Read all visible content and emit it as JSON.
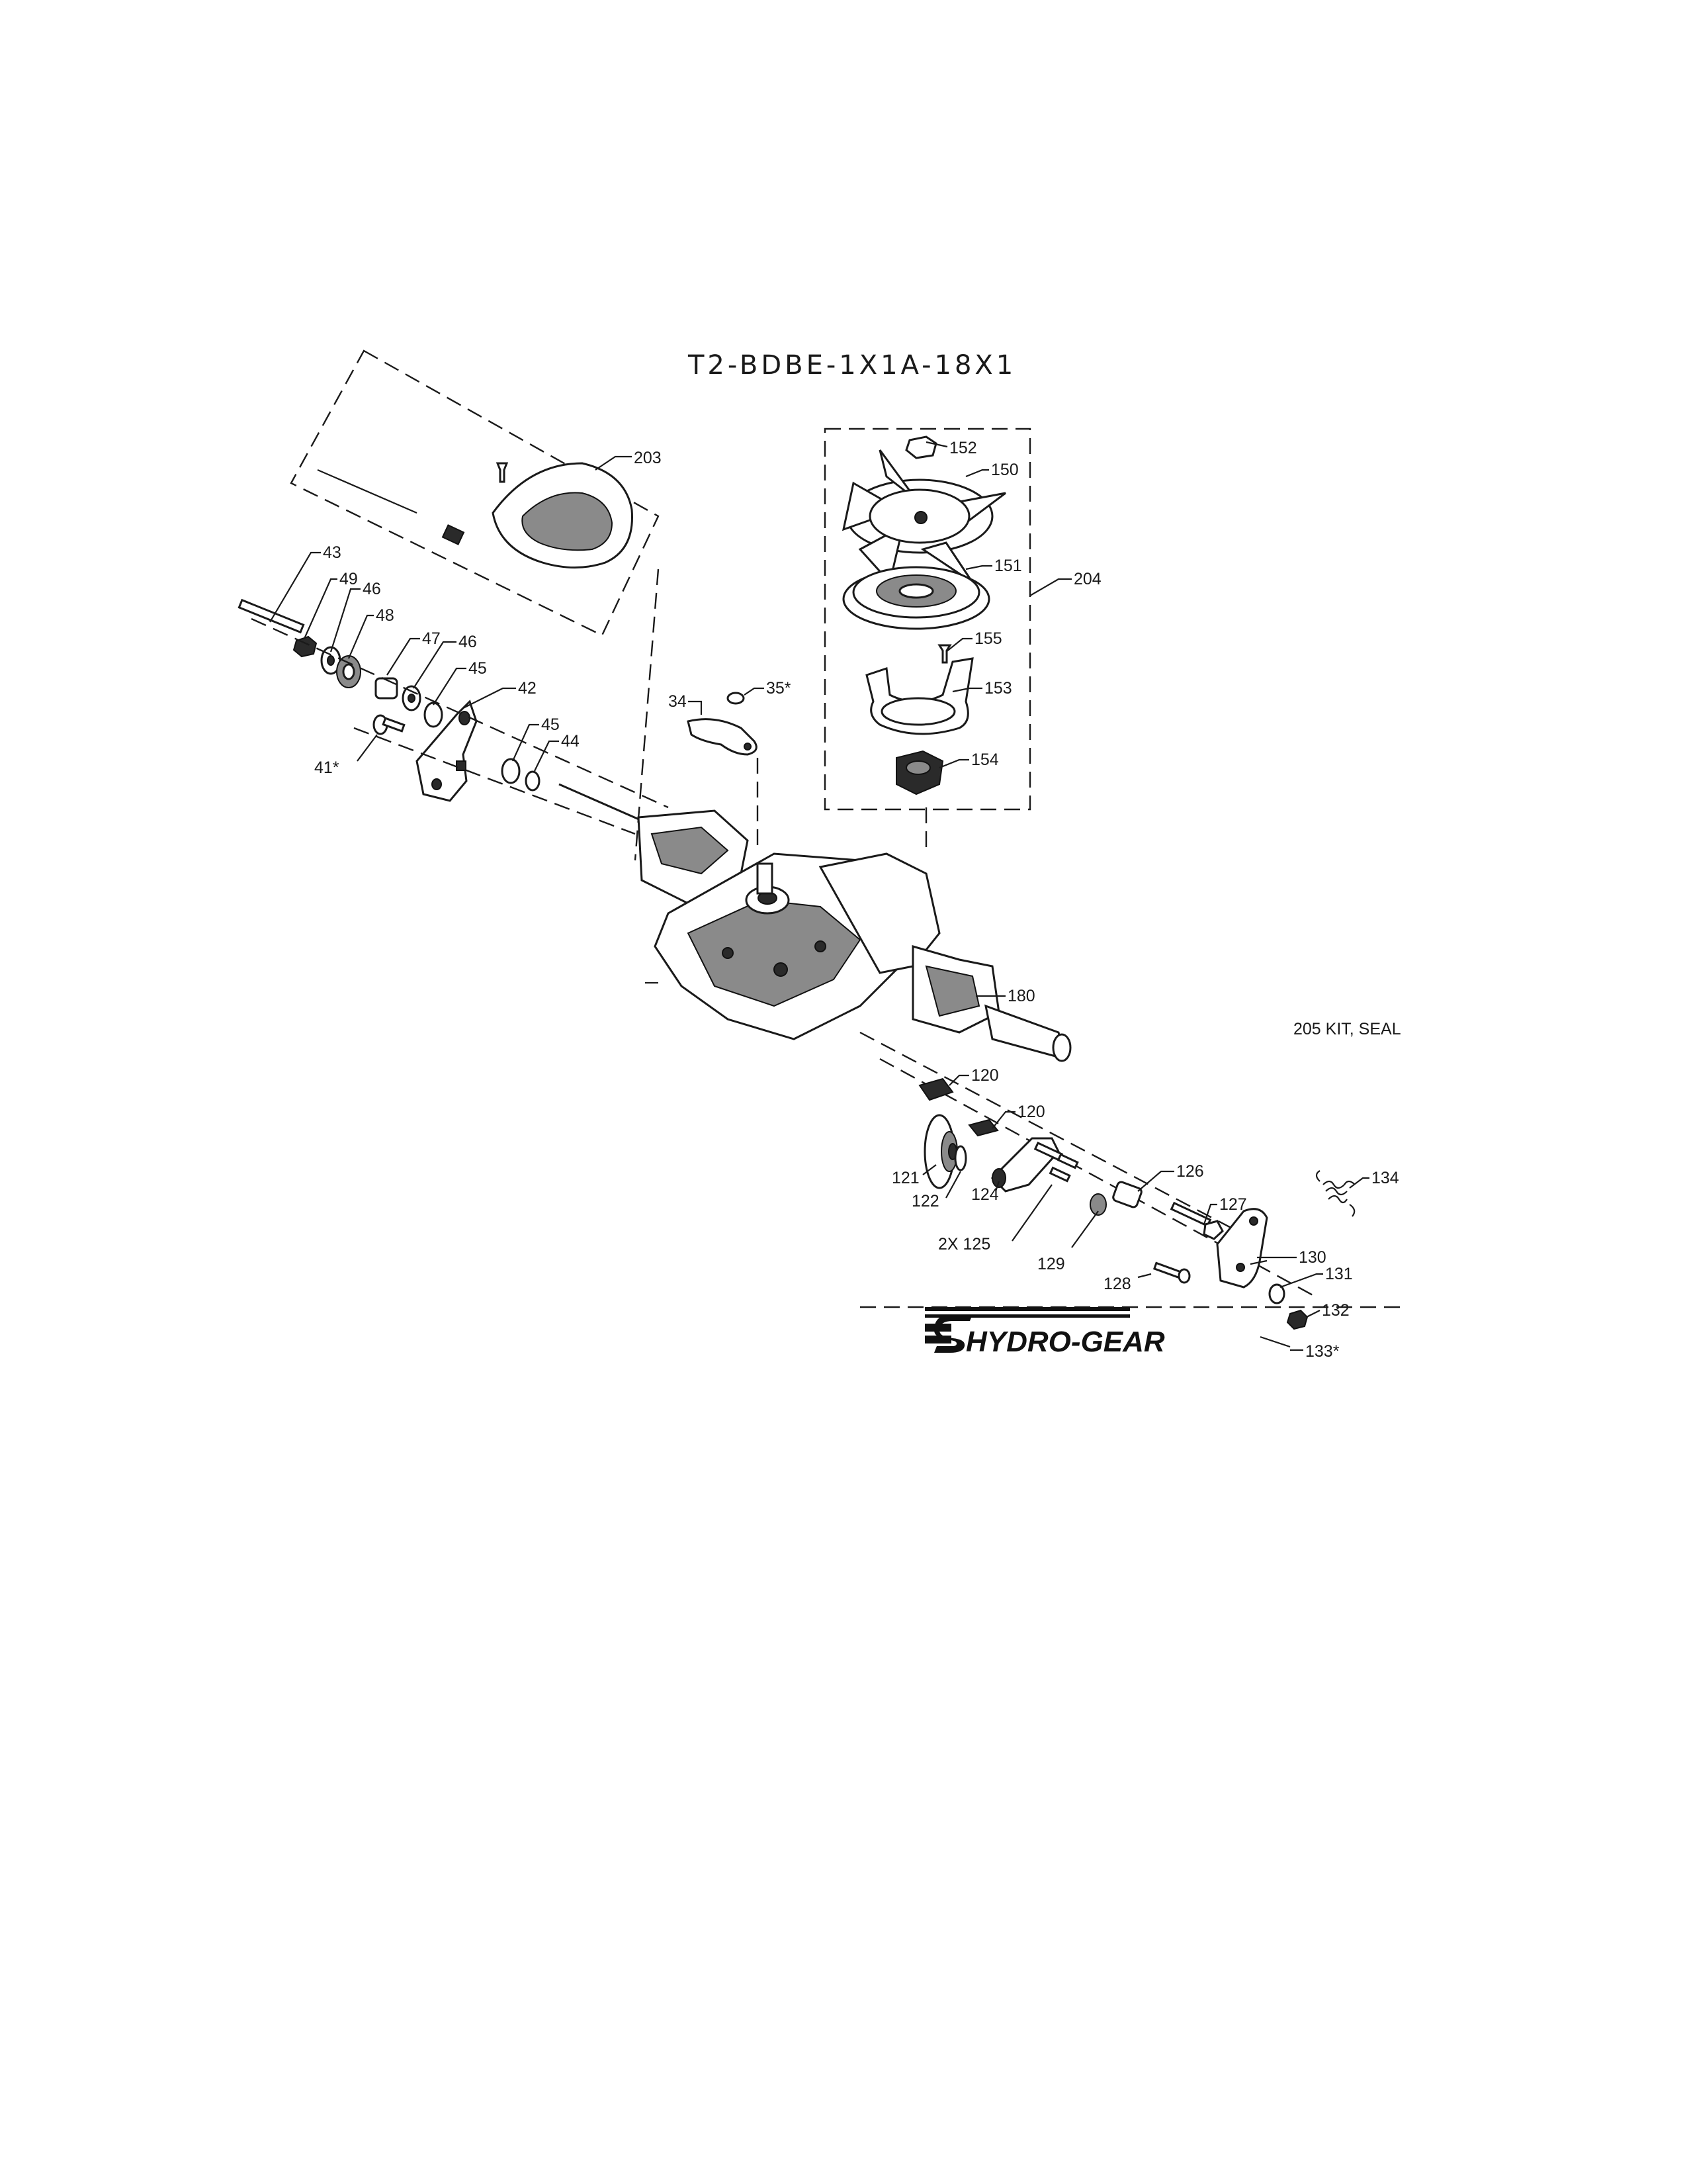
{
  "title": "T2-BDBE-1X1A-18X1",
  "note": "205  KIT, SEAL",
  "brand": "HYDRO-GEAR",
  "callouts": {
    "c203": "203",
    "c152": "152",
    "c150": "150",
    "c151": "151",
    "c204": "204",
    "c155": "155",
    "c153": "153",
    "c154": "154",
    "c43": "43",
    "c49": "49",
    "c46a": "46",
    "c48": "48",
    "c47": "47",
    "c46b": "46",
    "c45a": "45",
    "c42": "42",
    "c45b": "45",
    "c44": "44",
    "c41": "41*",
    "c34": "34",
    "c35": "35*",
    "c180": "180",
    "c120a": "120",
    "c120b": "120",
    "c121": "121",
    "c122": "122",
    "c124": "124",
    "c125": "2X  125",
    "c126": "126",
    "c127": "127",
    "c129": "129",
    "c128": "128",
    "c134": "134",
    "c130": "130",
    "c131": "131",
    "c132": "132",
    "c133": "133*"
  }
}
